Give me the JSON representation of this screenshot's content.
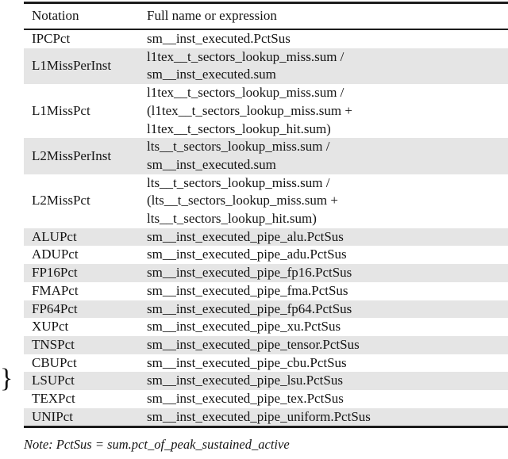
{
  "table": {
    "headers": [
      "Notation",
      "Full name or expression"
    ],
    "rows": [
      {
        "notation": "IPCPct",
        "expression_lines": [
          "sm__inst_executed.PctSus"
        ]
      },
      {
        "notation": "L1MissPerInst",
        "expression_lines": [
          "l1tex__t_sectors_lookup_miss.sum /",
          "sm__inst_executed.sum"
        ]
      },
      {
        "notation": "L1MissPct",
        "expression_lines": [
          "l1tex__t_sectors_lookup_miss.sum /",
          "(l1tex__t_sectors_lookup_miss.sum +",
          "l1tex__t_sectors_lookup_hit.sum)"
        ]
      },
      {
        "notation": "L2MissPerInst",
        "expression_lines": [
          "lts__t_sectors_lookup_miss.sum /",
          "sm__inst_executed.sum"
        ]
      },
      {
        "notation": "L2MissPct",
        "expression_lines": [
          "lts__t_sectors_lookup_miss.sum /",
          "(lts__t_sectors_lookup_miss.sum +",
          "lts__t_sectors_lookup_hit.sum)"
        ]
      },
      {
        "notation": "ALUPct",
        "expression_lines": [
          "sm__inst_executed_pipe_alu.PctSus"
        ]
      },
      {
        "notation": "ADUPct",
        "expression_lines": [
          "sm__inst_executed_pipe_adu.PctSus"
        ]
      },
      {
        "notation": "FP16Pct",
        "expression_lines": [
          "sm__inst_executed_pipe_fp16.PctSus"
        ]
      },
      {
        "notation": "FMAPct",
        "expression_lines": [
          "sm__inst_executed_pipe_fma.PctSus"
        ]
      },
      {
        "notation": "FP64Pct",
        "expression_lines": [
          "sm__inst_executed_pipe_fp64.PctSus"
        ]
      },
      {
        "notation": "XUPct",
        "expression_lines": [
          "sm__inst_executed_pipe_xu.PctSus"
        ]
      },
      {
        "notation": "TNSPct",
        "expression_lines": [
          "sm__inst_executed_pipe_tensor.PctSus"
        ]
      },
      {
        "notation": "CBUPct",
        "expression_lines": [
          "sm__inst_executed_pipe_cbu.PctSus"
        ]
      },
      {
        "notation": "LSUPct",
        "expression_lines": [
          "sm__inst_executed_pipe_lsu.PctSus"
        ]
      },
      {
        "notation": "TEXPct",
        "expression_lines": [
          "sm__inst_executed_pipe_tex.PctSus"
        ]
      },
      {
        "notation": "UNIPct",
        "expression_lines": [
          "sm__inst_executed_pipe_uniform.PctSus"
        ]
      }
    ]
  },
  "note": "Note: PctSus = sum.pct_of_peak_sustained_active",
  "decoration": {
    "left_brace": "}"
  },
  "colors": {
    "rule": "#1c1c1c",
    "text": "#141414",
    "shaded_row": "#e5e5e5",
    "background": "#ffffff"
  }
}
